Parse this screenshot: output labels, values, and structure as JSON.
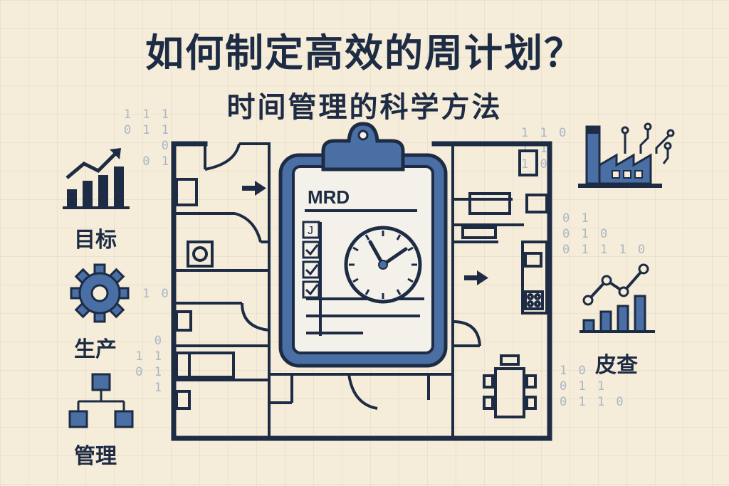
{
  "title": "如何制定高效的周计划？",
  "subtitle": "时间管理的科学方法",
  "clipboard": {
    "heading": "MRD",
    "first_check": "J"
  },
  "icons": {
    "left": [
      {
        "name": "bar-chart-up-icon",
        "label": "目标"
      },
      {
        "name": "gear-icon",
        "label": "生产"
      },
      {
        "name": "org-chart-icon",
        "label": "管理"
      }
    ],
    "right": [
      {
        "name": "factory-circuit-icon",
        "label": ""
      },
      {
        "name": "line-bar-chart-icon",
        "label": "皮查"
      }
    ]
  },
  "binary": {
    "top_left": [
      "1 1 1",
      "0 1 1 0",
      "0 1"
    ],
    "left_mid": "1 0",
    "left_low": [
      "0",
      "1 1",
      "0 1 1"
    ],
    "top_right": [
      "1 1 0",
      "1 1",
      "1 0"
    ],
    "right_mid": [
      "0 1",
      "0 1 0",
      "0 1 1 1 0"
    ],
    "right_low": [
      "1 0",
      "0 1 1",
      "0 1 1 0"
    ]
  },
  "colors": {
    "background": "#f5ecd9",
    "ink": "#1d2c44",
    "accent": "#4a6fa5",
    "accent_light": "#9db5d6",
    "paper": "#f4f1ea"
  }
}
